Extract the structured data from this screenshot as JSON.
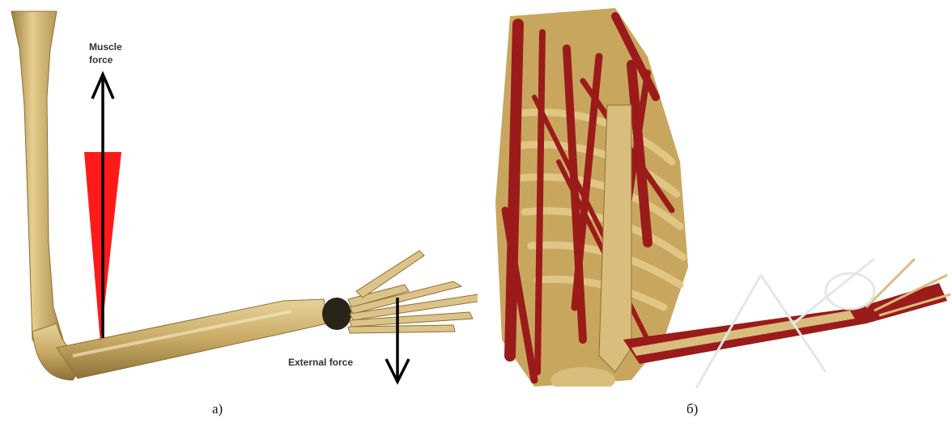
{
  "panel_a": {
    "muscle_force_label_line1": "Muscle",
    "muscle_force_label_line2": "force",
    "external_force_label": "External force",
    "caption": "a)"
  },
  "panel_b": {
    "caption": "б)"
  },
  "colors": {
    "bone": "#d8bd7c",
    "bone_shadow": "#9c7f3f",
    "muscle": "#9b1b1b",
    "muscle_highlight": "#ff1a1a",
    "arrow": "#000000"
  }
}
